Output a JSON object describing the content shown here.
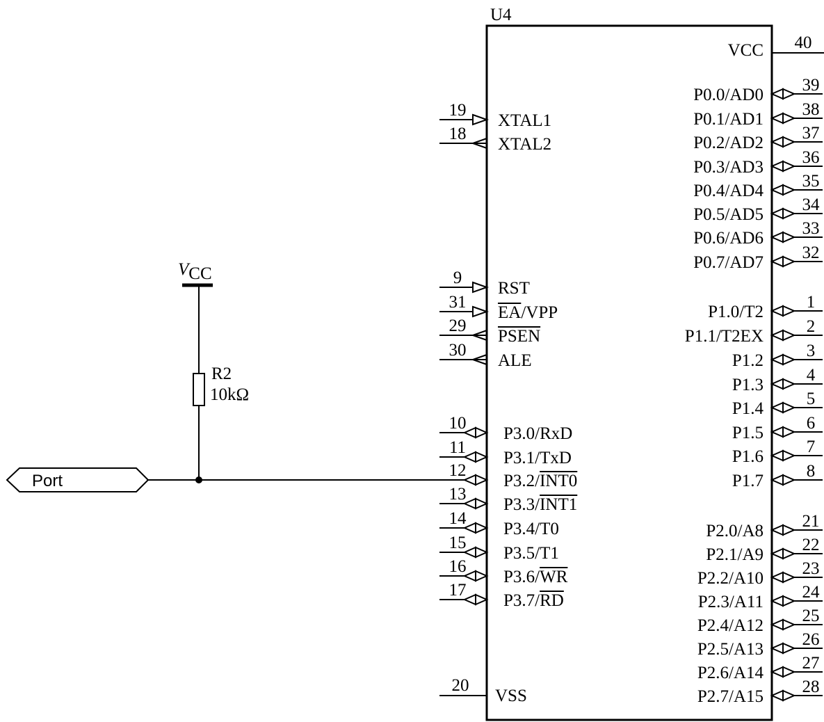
{
  "chip": {
    "ref": "U4",
    "power": {
      "name": "VCC",
      "pin": "40"
    },
    "ground": {
      "name": "VSS",
      "pin": "20"
    },
    "left_pins": [
      {
        "name": "XTAL1",
        "pin": "19",
        "dir": "in"
      },
      {
        "name": "XTAL2",
        "pin": "18",
        "dir": "out"
      },
      {
        "name": "RST",
        "pin": "9",
        "dir": "in"
      },
      {
        "name": "EA/VPP",
        "overbar": "EA",
        "pin": "31",
        "dir": "in"
      },
      {
        "name": "PSEN",
        "overbar": "PSEN",
        "pin": "29",
        "dir": "out"
      },
      {
        "name": "ALE",
        "pin": "30",
        "dir": "out"
      },
      {
        "name": "P3.0/RxD",
        "pin": "10",
        "dir": "bidir"
      },
      {
        "name": "P3.1/TxD",
        "pin": "11",
        "dir": "bidir"
      },
      {
        "name": "P3.2/INT0",
        "overbar": "INT0",
        "pin": "12",
        "dir": "bidir"
      },
      {
        "name": "P3.3/INT1",
        "overbar": "INT1",
        "pin": "13",
        "dir": "bidir"
      },
      {
        "name": "P3.4/T0",
        "pin": "14",
        "dir": "bidir"
      },
      {
        "name": "P3.5/T1",
        "pin": "15",
        "dir": "bidir"
      },
      {
        "name": "P3.6/WR",
        "overbar": "WR",
        "pin": "16",
        "dir": "bidir"
      },
      {
        "name": "P3.7/RD",
        "overbar": "RD",
        "pin": "17",
        "dir": "bidir"
      }
    ],
    "right_pins": [
      {
        "name": "P0.0/AD0",
        "pin": "39"
      },
      {
        "name": "P0.1/AD1",
        "pin": "38"
      },
      {
        "name": "P0.2/AD2",
        "pin": "37"
      },
      {
        "name": "P0.3/AD3",
        "pin": "36"
      },
      {
        "name": "P0.4/AD4",
        "pin": "35"
      },
      {
        "name": "P0.5/AD5",
        "pin": "34"
      },
      {
        "name": "P0.6/AD6",
        "pin": "33"
      },
      {
        "name": "P0.7/AD7",
        "pin": "32"
      },
      {
        "name": "P1.0/T2",
        "pin": "1"
      },
      {
        "name": "P1.1/T2EX",
        "pin": "2"
      },
      {
        "name": "P1.2",
        "pin": "3"
      },
      {
        "name": "P1.3",
        "pin": "4"
      },
      {
        "name": "P1.4",
        "pin": "5"
      },
      {
        "name": "P1.5",
        "pin": "6"
      },
      {
        "name": "P1.6",
        "pin": "7"
      },
      {
        "name": "P1.7",
        "pin": "8"
      },
      {
        "name": "P2.0/A8",
        "pin": "21"
      },
      {
        "name": "P2.1/A9",
        "pin": "22"
      },
      {
        "name": "P2.2/A10",
        "pin": "23"
      },
      {
        "name": "P2.3/A11",
        "pin": "24"
      },
      {
        "name": "P2.4/A12",
        "pin": "25"
      },
      {
        "name": "P2.5/A13",
        "pin": "26"
      },
      {
        "name": "P2.6/A14",
        "pin": "27"
      },
      {
        "name": "P2.7/A15",
        "pin": "28"
      }
    ]
  },
  "supply": {
    "symbol": "V",
    "subscript": "CC"
  },
  "resistor": {
    "ref": "R2",
    "value": "10kΩ"
  },
  "port": {
    "label": "Port"
  }
}
